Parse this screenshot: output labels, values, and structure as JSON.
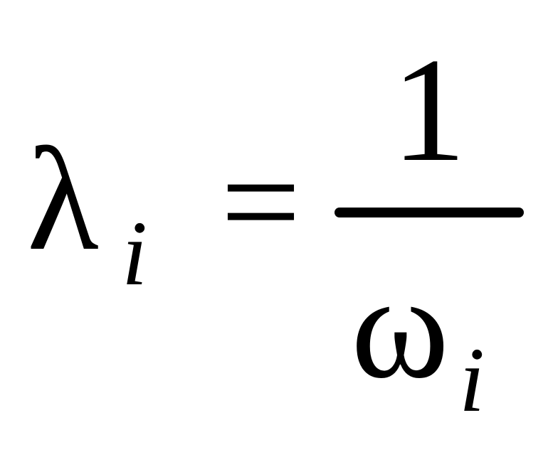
{
  "formula": {
    "lhs": {
      "symbol": "λ",
      "subscript": "i"
    },
    "operator": "=",
    "rhs": {
      "numerator": "1",
      "denominator": {
        "symbol": "ω",
        "subscript": "i"
      }
    }
  }
}
